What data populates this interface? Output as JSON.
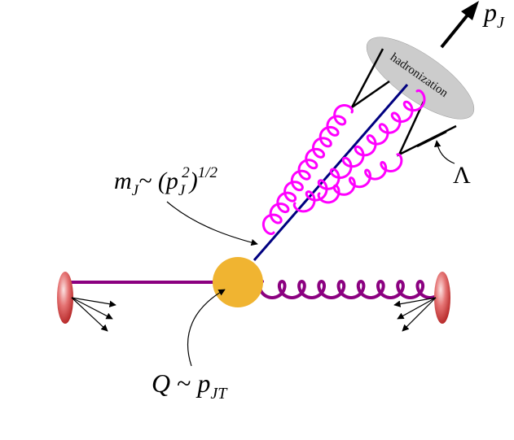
{
  "labels": {
    "pj_main": "p",
    "pj_sub": "J",
    "mass_main": "m",
    "mass_sub": "J",
    "mass_tilde": "~ (",
    "mass_p": "p",
    "mass_p_sub": "J",
    "mass_p_sup": "2",
    "mass_close": ")",
    "mass_exp": "1/2",
    "lambda": "Λ",
    "q_main": "Q",
    "q_tilde": " ~ ",
    "q_p": "p",
    "q_sub": "JT",
    "hadronization": "hadronization"
  },
  "colors": {
    "gluon_jet": "#ff00ff",
    "gluon_isr": "#8b0080",
    "beam_line": "#8b0080",
    "jet_line": "#000080",
    "vertex": "#f0b431",
    "hadron_blob": "#cccccc",
    "proton": "#e05a5a"
  },
  "icons": {
    "jet_direction": "arrow-up-right-icon",
    "proton_left": "proton-ellipse-icon",
    "proton_right": "proton-ellipse-icon"
  }
}
